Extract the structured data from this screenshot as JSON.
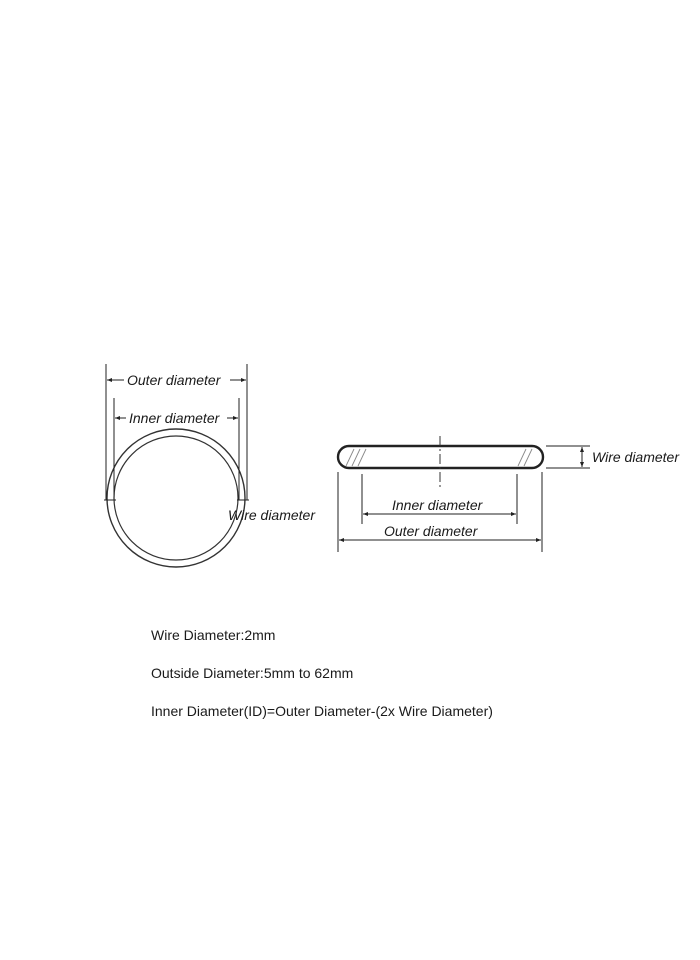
{
  "labels": {
    "outer_diameter": "Outer diameter",
    "inner_diameter": "Inner diameter",
    "wire_diameter": "Wire diameter"
  },
  "specs": {
    "wire": "Wire Diameter:2mm",
    "outside": "Outside Diameter:5mm to 62mm",
    "inner_formula": "Inner Diameter(ID)=Outer Diameter-(2x Wire Diameter)"
  }
}
